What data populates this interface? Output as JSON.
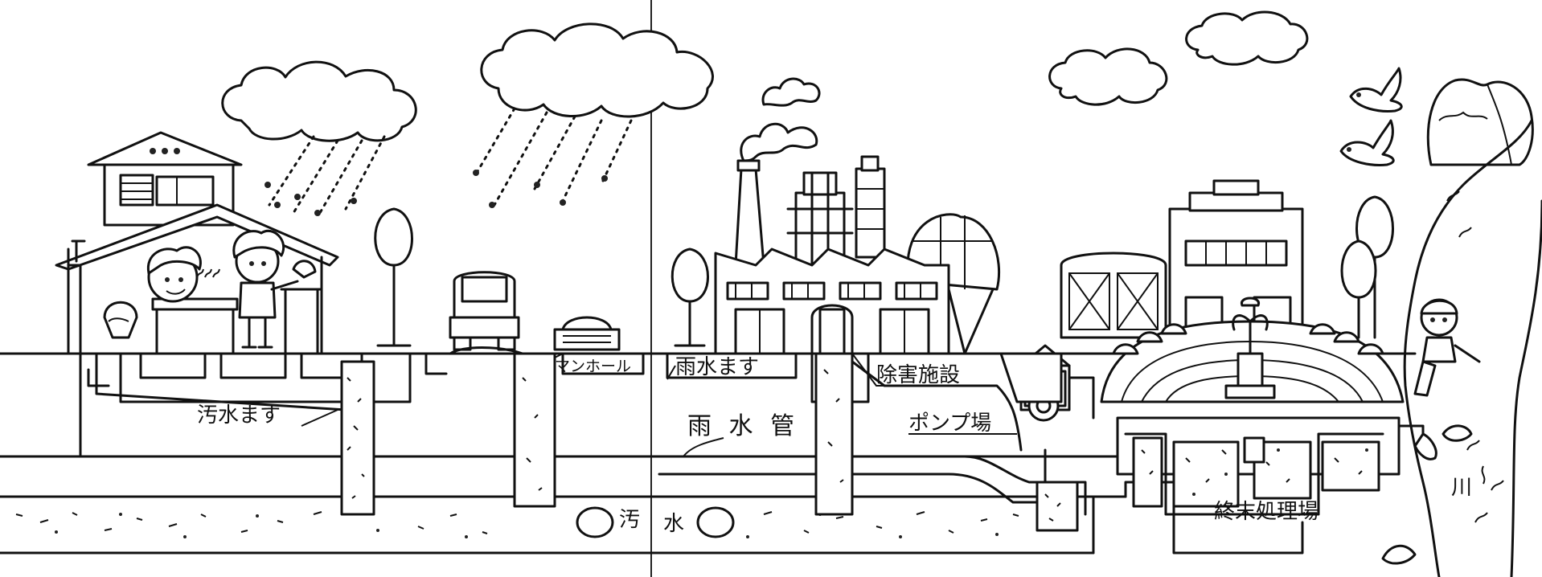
{
  "labels": {
    "sewage_inlet": "汚水ます",
    "manhole": "マンホール",
    "rainwater_inlet": "雨水ます",
    "rainwater_pipe": "雨 水 管",
    "abatement_facility": "除害施設",
    "pump_station": "ポンプ場",
    "treatment_plant": "終末処理場",
    "sewage_left": "汚",
    "sewage_right": "水",
    "river": "川"
  }
}
